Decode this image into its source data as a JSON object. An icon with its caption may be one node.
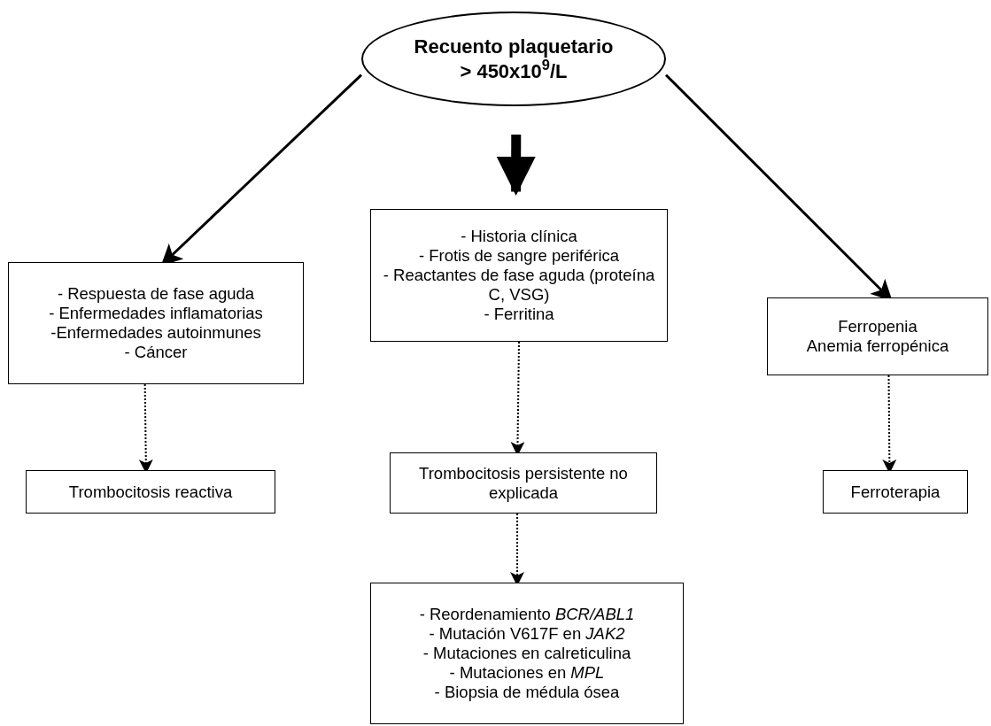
{
  "diagram": {
    "nodes": [
      {
        "text": [
          "Recuento plaquetario > 450x10$^{9}$/L"
        ]
      },
      {
        "text": [
          "- Respuesta de fase aguda",
          "- Enfermedades inflamatorias",
          "-Enfermedades autoinmunes",
          "- Cáncer"
        ]
      },
      {
        "text": [
          "- Historia clínica",
          "- Frotis de sangre periférica",
          "- Reactantes de fase aguda (proteína C, VSG)",
          "- Ferritina"
        ]
      },
      {
        "text": [
          "Ferropenia",
          "Anemia ferropénica"
        ]
      },
      {
        "text": [
          "Trombocitosis reactiva"
        ]
      },
      {
        "text": [
          "Trombocitosis persistente no explicada"
        ]
      },
      {
        "text": [
          "Ferroterapia"
        ]
      },
      {
        "text": [
          "- Reordenamiento *BCR/ABL1*",
          "- Mutación V617F en *JAK2*",
          "- Mutaciones en calreticulina",
          "- Mutaciones en *MPL*",
          "- Biopsia de médula ósea"
        ]
      }
    ],
    "edges": [
      {
        "from": 0,
        "to": 1,
        "arrow": "to"
      },
      {
        "from": 0,
        "to": 2,
        "arrow": "to",
        "style": "thick"
      },
      {
        "from": 0,
        "to": 3,
        "arrow": "to"
      },
      {
        "from": 1,
        "to": 4,
        "arrow": "to",
        "style": "dashed"
      },
      {
        "from": 2,
        "to": 5,
        "arrow": "to",
        "style": "dashed"
      },
      {
        "from": 3,
        "to": 6,
        "arrow": "to",
        "style": "dashed"
      },
      {
        "from": 5,
        "to": 7,
        "arrow": "to",
        "style": "dashed"
      }
    ]
  }
}
